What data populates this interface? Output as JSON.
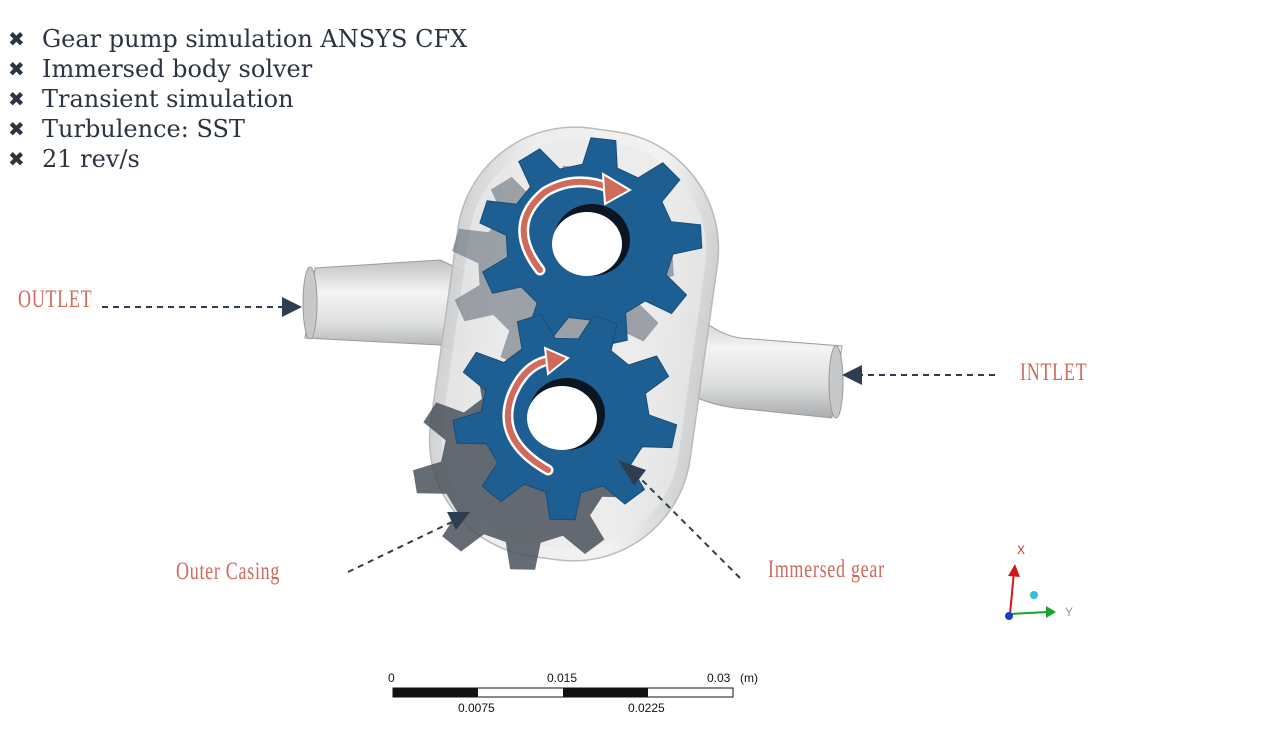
{
  "bullets": [
    {
      "icon": "cross-bullet-icon",
      "mark": "✖",
      "text": "Gear pump simulation ANSYS CFX"
    },
    {
      "icon": "cross-bullet-icon",
      "mark": "✖",
      "text": "Immersed body solver"
    },
    {
      "icon": "cross-bullet-icon",
      "mark": "✖",
      "text": "Transient simulation"
    },
    {
      "icon": "cross-bullet-icon",
      "mark": "✖",
      "text": "Turbulence: SST"
    },
    {
      "icon": "cross-bullet-icon",
      "mark": "✖",
      "text": "21 rev/s"
    }
  ],
  "labels": {
    "outlet": "OUTLET",
    "inlet": "INTLET",
    "outer_casing": "Outer Casing",
    "immersed_gear": "Immersed gear"
  },
  "scale_bar": {
    "top_ticks": [
      "0",
      "0.015",
      "0.03"
    ],
    "unit": "(m)",
    "bottom_ticks": [
      "0.0075",
      "0.0225"
    ]
  },
  "axis_triad": {
    "x": "X",
    "y": "Y"
  },
  "colors": {
    "gear": "#1d5f93",
    "gear_shadow": "#5a6570",
    "casing": "#e2e3e4",
    "pipe": "#d6d7d8",
    "annotation": "#d06a5b",
    "arrow": "#2d3e50",
    "text": "#2b3440"
  }
}
